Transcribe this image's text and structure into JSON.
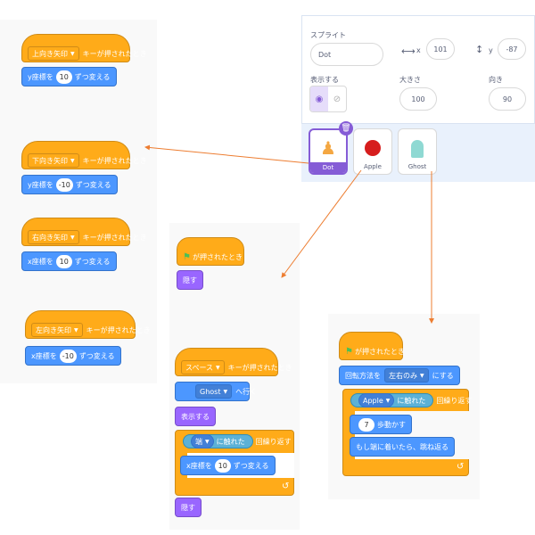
{
  "sprite_info": {
    "sprite_label": "スプライト",
    "sprite_name": "Dot",
    "x_label": "x",
    "x_value": "101",
    "y_label": "y",
    "y_value": "-87",
    "show_label": "表示する",
    "size_label": "大きさ",
    "size_value": "100",
    "direction_label": "向き",
    "direction_value": "90"
  },
  "sprites": [
    {
      "name": "Dot"
    },
    {
      "name": "Apple"
    },
    {
      "name": "Ghost"
    }
  ],
  "dot_scripts": {
    "up": {
      "key": "上向き矢印",
      "suffix": "キーが押されたとき",
      "action": "y座標を",
      "value": "10",
      "action_suffix": "ずつ変える"
    },
    "down": {
      "key": "下向き矢印",
      "suffix": "キーが押されたとき",
      "action": "y座標を",
      "value": "-10",
      "action_suffix": "ずつ変える"
    },
    "right": {
      "key": "右向き矢印",
      "suffix": "キーが押されたとき",
      "action": "x座標を",
      "value": "10",
      "action_suffix": "ずつ変える"
    },
    "left": {
      "key": "左向き矢印",
      "suffix": "キーが押されたとき",
      "action": "x座標を",
      "value": "-10",
      "action_suffix": "ずつ変える"
    }
  },
  "apple_scripts": {
    "flag_hat": "が押されたとき",
    "hide": "隠す",
    "space_key": "スペース",
    "space_suffix": "キーが押されたとき",
    "goto_target": "Ghost",
    "goto_suffix": "へ行く",
    "show": "表示する",
    "repeat_target": "端",
    "repeat_touch": "に触れた",
    "repeat_suffix": "回繰り返す",
    "move_action": "x座標を",
    "move_value": "10",
    "move_suffix": "ずつ変える",
    "hide2": "隠す"
  },
  "ghost_scripts": {
    "flag_hat": "が押されたとき",
    "rotation_label": "回転方法を",
    "rotation_value": "左右のみ",
    "rotation_suffix": "にする",
    "repeat_target": "Apple",
    "repeat_touch": "に触れた",
    "repeat_suffix": "回繰り返す",
    "steps_value": "7",
    "steps_suffix": "歩動かす",
    "bounce": "もし端に着いたら、跳ね返る"
  }
}
